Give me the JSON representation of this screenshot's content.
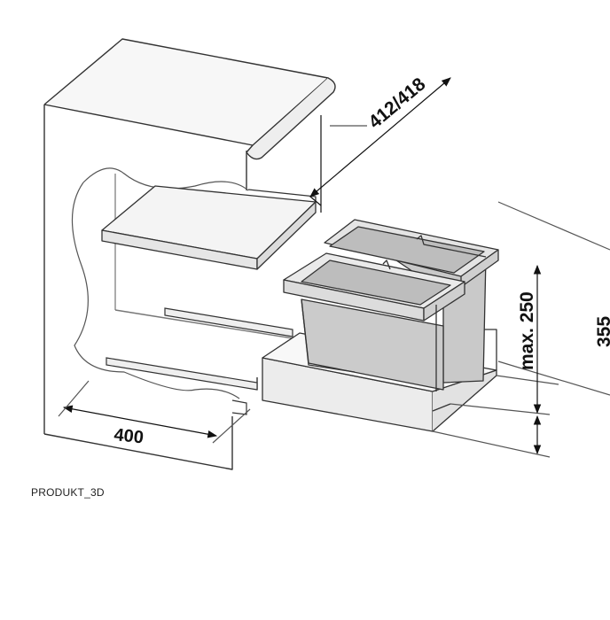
{
  "dimensions": {
    "width": "400",
    "depth": "412/418",
    "height_max": "max. 250",
    "height_total": "355"
  },
  "caption": "PRODUKT_3D"
}
